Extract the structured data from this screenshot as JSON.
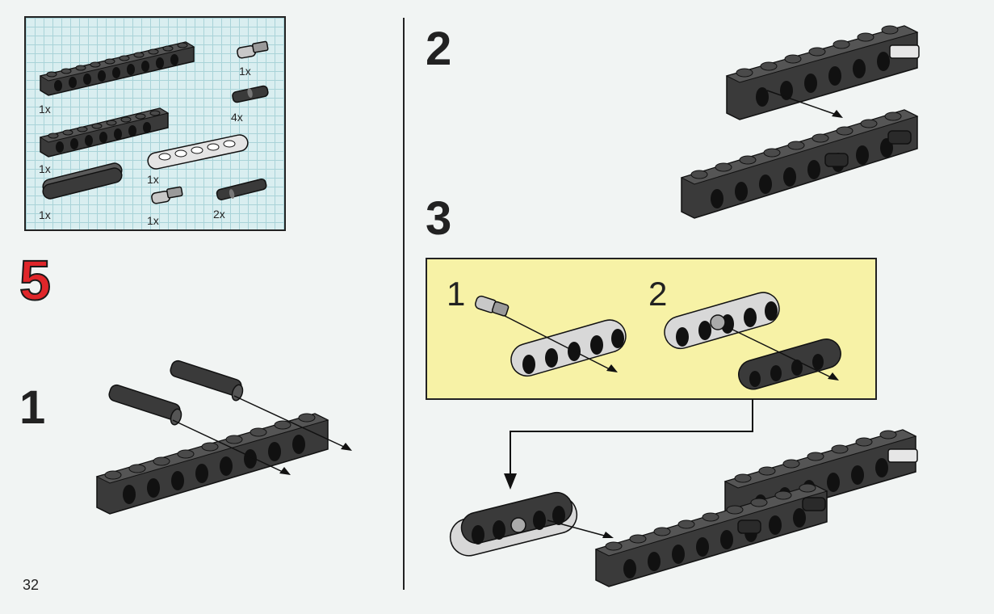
{
  "page": {
    "number": "32",
    "main_step": "5"
  },
  "parts_list": {
    "items": [
      {
        "icon": "beam-10-hole-dark-icon",
        "qty": "1x"
      },
      {
        "icon": "beam-8-hole-dark-icon",
        "qty": "1x"
      },
      {
        "icon": "liftarm-5-dark-icon",
        "qty": "1x"
      },
      {
        "icon": "liftarm-5-light-icon",
        "qty": "1x"
      },
      {
        "icon": "axle-pin-light-icon",
        "qty": "1x"
      },
      {
        "icon": "friction-pin-dark-icon",
        "qty": "4x"
      },
      {
        "icon": "axle-pin-small-light-icon",
        "qty": "1x"
      },
      {
        "icon": "long-pin-dark-icon",
        "qty": "2x"
      }
    ]
  },
  "steps": {
    "step1": "1",
    "step2": "2",
    "step3": "3",
    "sub1": "1",
    "sub2": "2"
  },
  "colors": {
    "brick_dark": "#333333",
    "brick_light": "#d8d8d8",
    "step_red": "#e0262a",
    "callout_bg": "#f7f2a6",
    "grid_bg": "#d9eef0"
  }
}
